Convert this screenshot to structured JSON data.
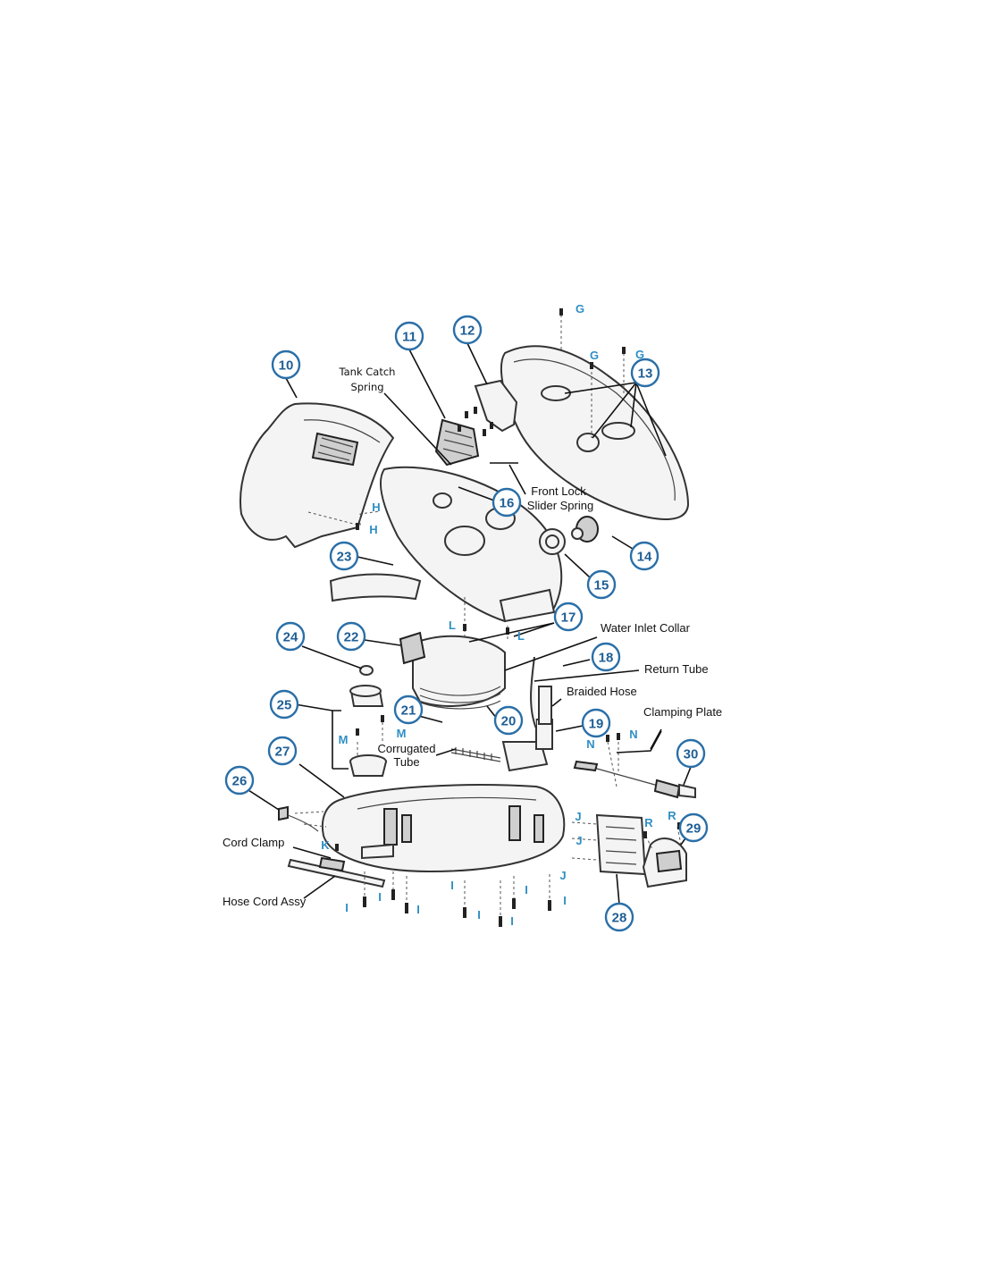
{
  "callouts": [
    "10",
    "11",
    "12",
    "13",
    "14",
    "15",
    "16",
    "17",
    "18",
    "19",
    "20",
    "21",
    "22",
    "23",
    "24",
    "25",
    "26",
    "27",
    "28",
    "29",
    "30"
  ],
  "labels": {
    "tank_catch_spring_line1": "Tank Catch",
    "tank_catch_spring_line2": "Spring",
    "front_lock_line1": "Front Lock",
    "front_lock_line2": "Slider Spring",
    "water_inlet_collar": "Water Inlet Collar",
    "return_tube": "Return Tube",
    "braided_hose": "Braided Hose",
    "clamping_plate": "Clamping Plate",
    "corrugated_line1": "Corrugated",
    "corrugated_line2": "Tube",
    "cord_clamp": "Cord Clamp",
    "hose_cord_assy": "Hose Cord Assy"
  },
  "letters": {
    "G": "G",
    "H": "H",
    "L": "L",
    "M": "M",
    "N": "N",
    "J": "J",
    "R": "R",
    "K": "K",
    "I": "I"
  },
  "colors": {
    "callout_ring": "#2a6fa8",
    "callout_text": "#1f5f96",
    "letter_text": "#2f8fc4"
  }
}
